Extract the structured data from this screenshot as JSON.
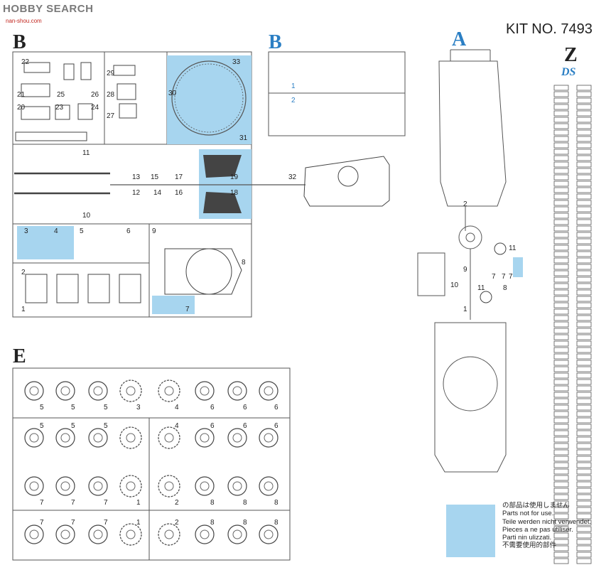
{
  "watermark": {
    "prefix": "",
    "brand": "HOBBY SEARCH",
    "sub": "nan-shou.com"
  },
  "kit_number": "KIT NO. 7493",
  "sprues": {
    "b_main": "B",
    "b_small": "B",
    "a": "A",
    "z": "Z",
    "e": "E",
    "ds_logo": "DS"
  },
  "b_parts": [
    "22",
    "21",
    "25",
    "26",
    "29",
    "28",
    "20",
    "23",
    "24",
    "27",
    "30",
    "33",
    "31",
    "11",
    "13",
    "15",
    "12",
    "17",
    "14",
    "16",
    "19",
    "18",
    "32",
    "10",
    "3",
    "4",
    "5",
    "6",
    "9",
    "8",
    "2",
    "1",
    "7"
  ],
  "b_small_parts": [
    "1",
    "2"
  ],
  "a_parts": [
    "2",
    "11",
    "9",
    "7",
    "7",
    "7",
    "10",
    "8",
    "11",
    "1"
  ],
  "e_rows": [
    [
      "5",
      "5",
      "5",
      "3",
      "4",
      "6",
      "6",
      "6"
    ],
    [
      "5",
      "5",
      "5",
      "",
      "4",
      "6",
      "6",
      "6"
    ],
    [
      "7",
      "7",
      "7",
      "1",
      "2",
      "8",
      "8",
      "8"
    ],
    [
      "7",
      "7",
      "7",
      "1",
      "2",
      "8",
      "8",
      "8"
    ]
  ],
  "legend": {
    "color": "#a7d5ef",
    "lines": [
      "の部品は使用しません",
      "Parts not for use.",
      "Teile werden nicht verwendet.",
      "Pieces a ne pas utiliser.",
      "Parti nin ulizzati.",
      "不需要使用的部件"
    ]
  }
}
